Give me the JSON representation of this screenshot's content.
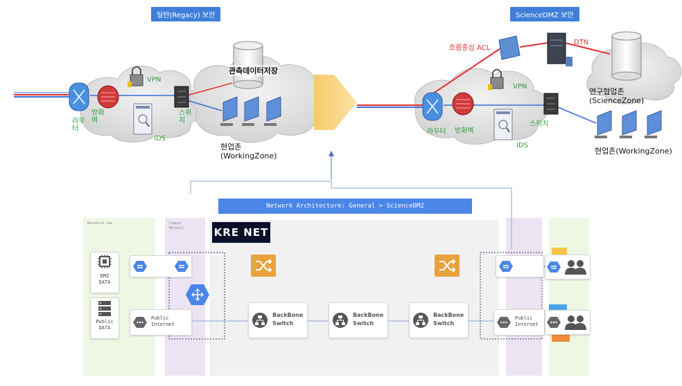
{
  "top": {
    "left_title": "일반(Regacy) 보안",
    "right_title": "ScienceDMZ 보안",
    "left": {
      "vpn": "VPN",
      "ids": "IDS",
      "router": "라우\n터",
      "firewall": "방화\n벽",
      "switch": "스위\n치",
      "storage": "관측데이터저장",
      "working_zone": "현업존\n(WorkingZone)"
    },
    "right": {
      "acl": "흐름중심 ACL",
      "dtn": "DTN",
      "vpn": "VPN",
      "ids": "IDS",
      "router": "라우터",
      "firewall": "방화벽",
      "switch": "스위치",
      "research_zone": "연구협업존\n(ScienceZone)",
      "working_zone": "현업존(WorkingZone)"
    }
  },
  "bottom": {
    "banner": "Network Architecture: General > ScienceDMZ",
    "research_lab": "Research Lab",
    "campus_network": "Campus\nNetwork",
    "kreonet": "KRE NET",
    "dmz_data": "DMZ\nDATA",
    "public_data": "Public\nDATA",
    "public_internet_left": "Public\nInternet",
    "public_internet_right": "Public\nInternet",
    "backbone_1": "BackBone\nSwitch",
    "backbone_2": "BackBone\nSwitch",
    "backbone_3": "BackBone\nSwitch"
  },
  "colors": {
    "tag_blue": "#3f7fd9",
    "label_green": "#2e9e3e",
    "label_red": "#e03030",
    "switch_orange": "#e8a23c",
    "icon_blue": "#4a86e8",
    "icon_dark": "#555555"
  }
}
